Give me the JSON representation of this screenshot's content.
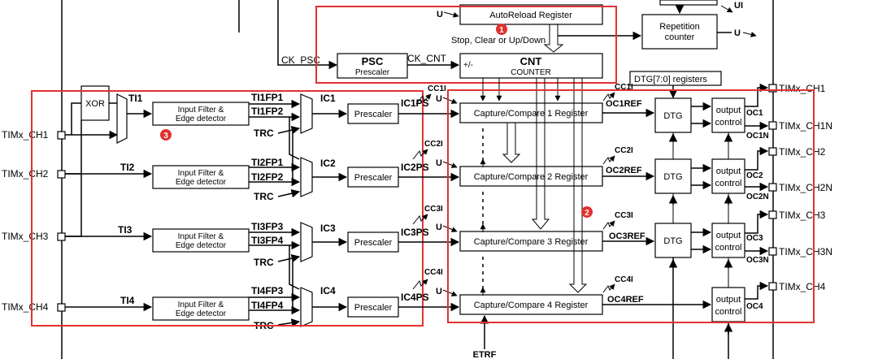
{
  "labels": {
    "u1": "U",
    "u2": "U",
    "ui": "UI",
    "autoreload": "AutoReload Register",
    "stop_clear": "Stop, Clear or Up/Down",
    "repetition_1": "Repetition",
    "repetition_2": "counter",
    "ck_psc": "CK_PSC",
    "psc_title": "PSC",
    "psc_sub": "Prescaler",
    "ck_cnt": "CK_CNT",
    "plusminus": "+/-",
    "cnt_title": "CNT",
    "cnt_sub": "COUNTER",
    "dtg_reg": "DTG[7:0] registers",
    "xor": "XOR",
    "ch1_in": "TIMx_CH1",
    "ch2_in": "TIMx_CH2",
    "ch3_in": "TIMx_CH3",
    "ch4_in": "TIMx_CH4",
    "ti1": "TI1",
    "ti2": "TI2",
    "ti3": "TI3",
    "ti4": "TI4",
    "filter_1": "Input Filter &",
    "filter_2": "Edge detector",
    "ti1fp1": "TI1FP1",
    "ti1fp2": "TI1FP2",
    "ti2fp1": "TI2FP1",
    "ti2fp2": "TI2FP2",
    "ti3fp3": "TI3FP3",
    "ti3fp4": "TI3FP4",
    "ti4fp3": "TI4FP3",
    "ti4fp4": "TI4FP4",
    "trc": "TRC",
    "ic1": "IC1",
    "ic2": "IC2",
    "ic3": "IC3",
    "ic4": "IC4",
    "prescaler": "Prescaler",
    "ic1ps": "IC1PS",
    "ic2ps": "IC2PS",
    "ic3ps": "IC3PS",
    "ic4ps": "IC4PS",
    "cc1i": "CC1I",
    "cc2i": "CC2I",
    "cc3i": "CC3I",
    "cc4i": "CC4I",
    "cc1_reg": "Capture/Compare 1 Register",
    "cc2_reg": "Capture/Compare 2 Register",
    "cc3_reg": "Capture/Compare 3 Register",
    "cc4_reg": "Capture/Compare 4 Register",
    "oc1ref": "OC1REF",
    "oc2ref": "OC2REF",
    "oc3ref": "OC3REF",
    "oc4ref": "OC4REF",
    "dtg": "DTG",
    "output_1": "output",
    "output_2": "control",
    "oc1": "OC1",
    "oc1n": "OC1N",
    "oc2": "OC2",
    "oc2n": "OC2N",
    "oc3": "OC3",
    "oc3n": "OC3N",
    "oc4": "OC4",
    "out_ch1": "TIMx_CH1",
    "out_ch1n": "TIMx_CH1N",
    "out_ch2": "TIMx_CH2",
    "out_ch2n": "TIMx_CH2N",
    "out_ch3": "TIMx_CH3",
    "out_ch3n": "TIMx_CH3N",
    "out_ch4": "TIMx_CH4",
    "etrf": "ETRF"
  },
  "badges": {
    "b1": "1",
    "b2": "2",
    "b3": "3"
  },
  "colors": {
    "highlight": "#e0322f",
    "stroke": "#000000"
  }
}
